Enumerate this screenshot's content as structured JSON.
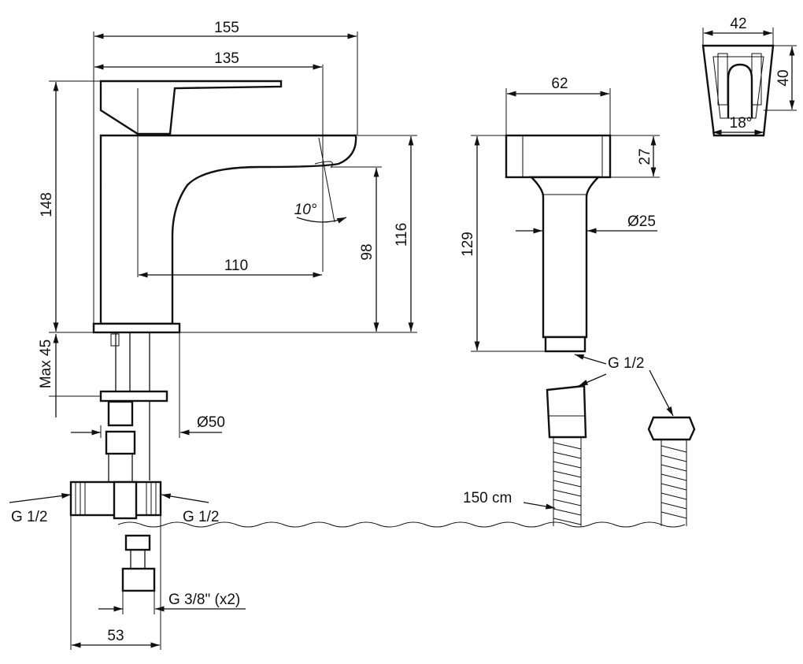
{
  "dimensions": {
    "d155": "155",
    "d135": "135",
    "d110": "110",
    "d148": "148",
    "d98": "98",
    "d116": "116",
    "max45": "Max 45",
    "d50": "Ø50",
    "d53": "53",
    "g12_left": "G 1/2",
    "g12_right": "G 1/2",
    "g38": "G 3/8\" (x2)",
    "angle10": "10°",
    "d62": "62",
    "d27": "27",
    "d25": "Ø25",
    "d129": "129",
    "g12_hose": "G 1/2",
    "hose_len": "150 cm",
    "d42": "42",
    "d40": "40",
    "angle18": "18°"
  }
}
